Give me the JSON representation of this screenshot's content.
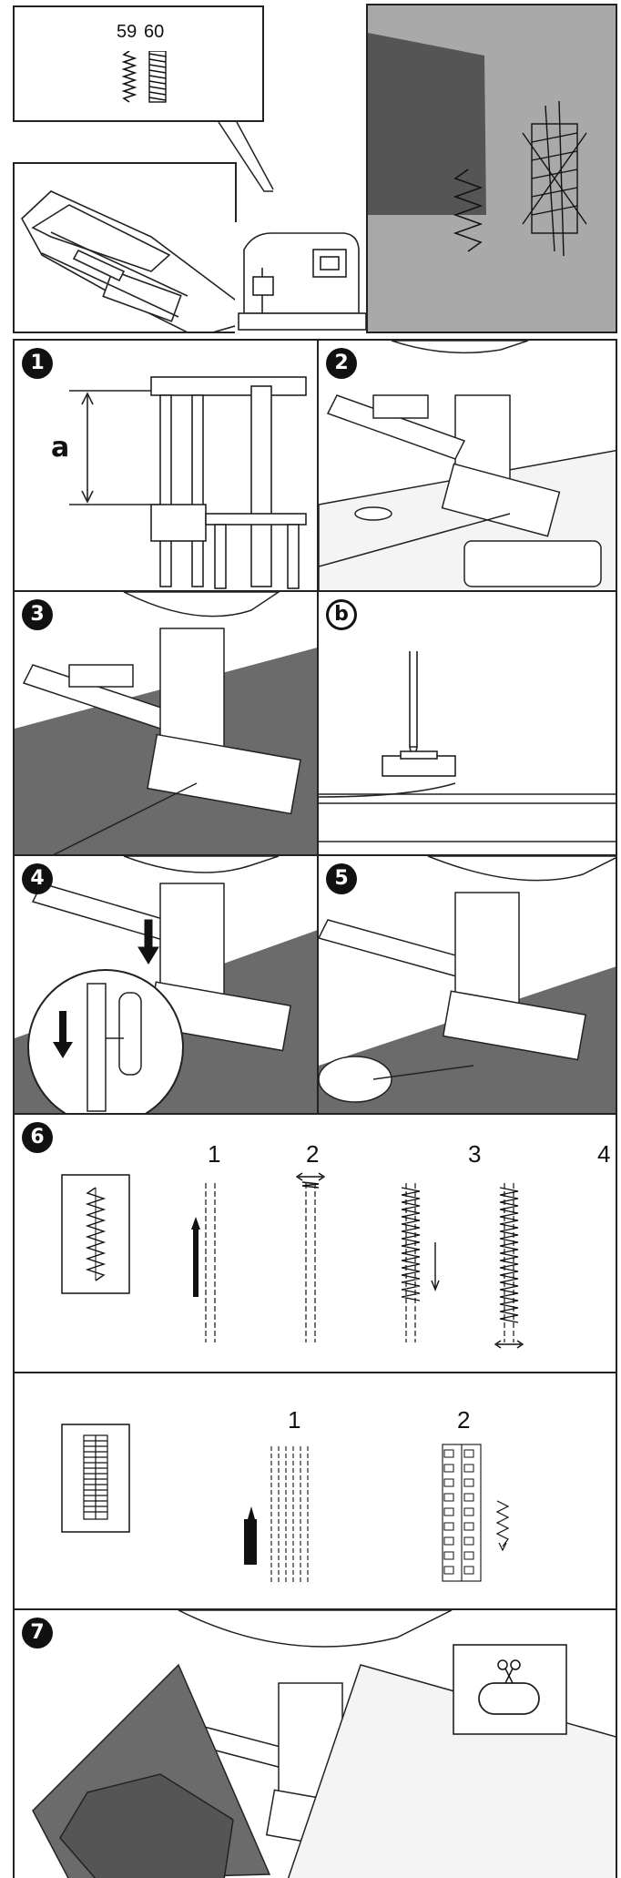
{
  "top": {
    "stitch_numbers": [
      "59",
      "60"
    ]
  },
  "steps": {
    "s1": {
      "badge": "1",
      "label": "a"
    },
    "s2": {
      "badge": "2"
    },
    "s3": {
      "badge": "3"
    },
    "sb": {
      "badge": "b"
    },
    "s4": {
      "badge": "4"
    },
    "s5": {
      "badge": "5"
    },
    "s6": {
      "badge": "6",
      "seq_labels": [
        "1",
        "2",
        "3",
        "4"
      ]
    },
    "s6b": {
      "seq_labels": [
        "1",
        "2"
      ]
    },
    "s7": {
      "badge": "7"
    }
  },
  "icons": [
    "zigzag-stitch-icon",
    "dense-stitch-icon",
    "buttonhole-foot-icon",
    "sewing-machine-icon",
    "arrow-down-icon",
    "scissors-icon"
  ]
}
